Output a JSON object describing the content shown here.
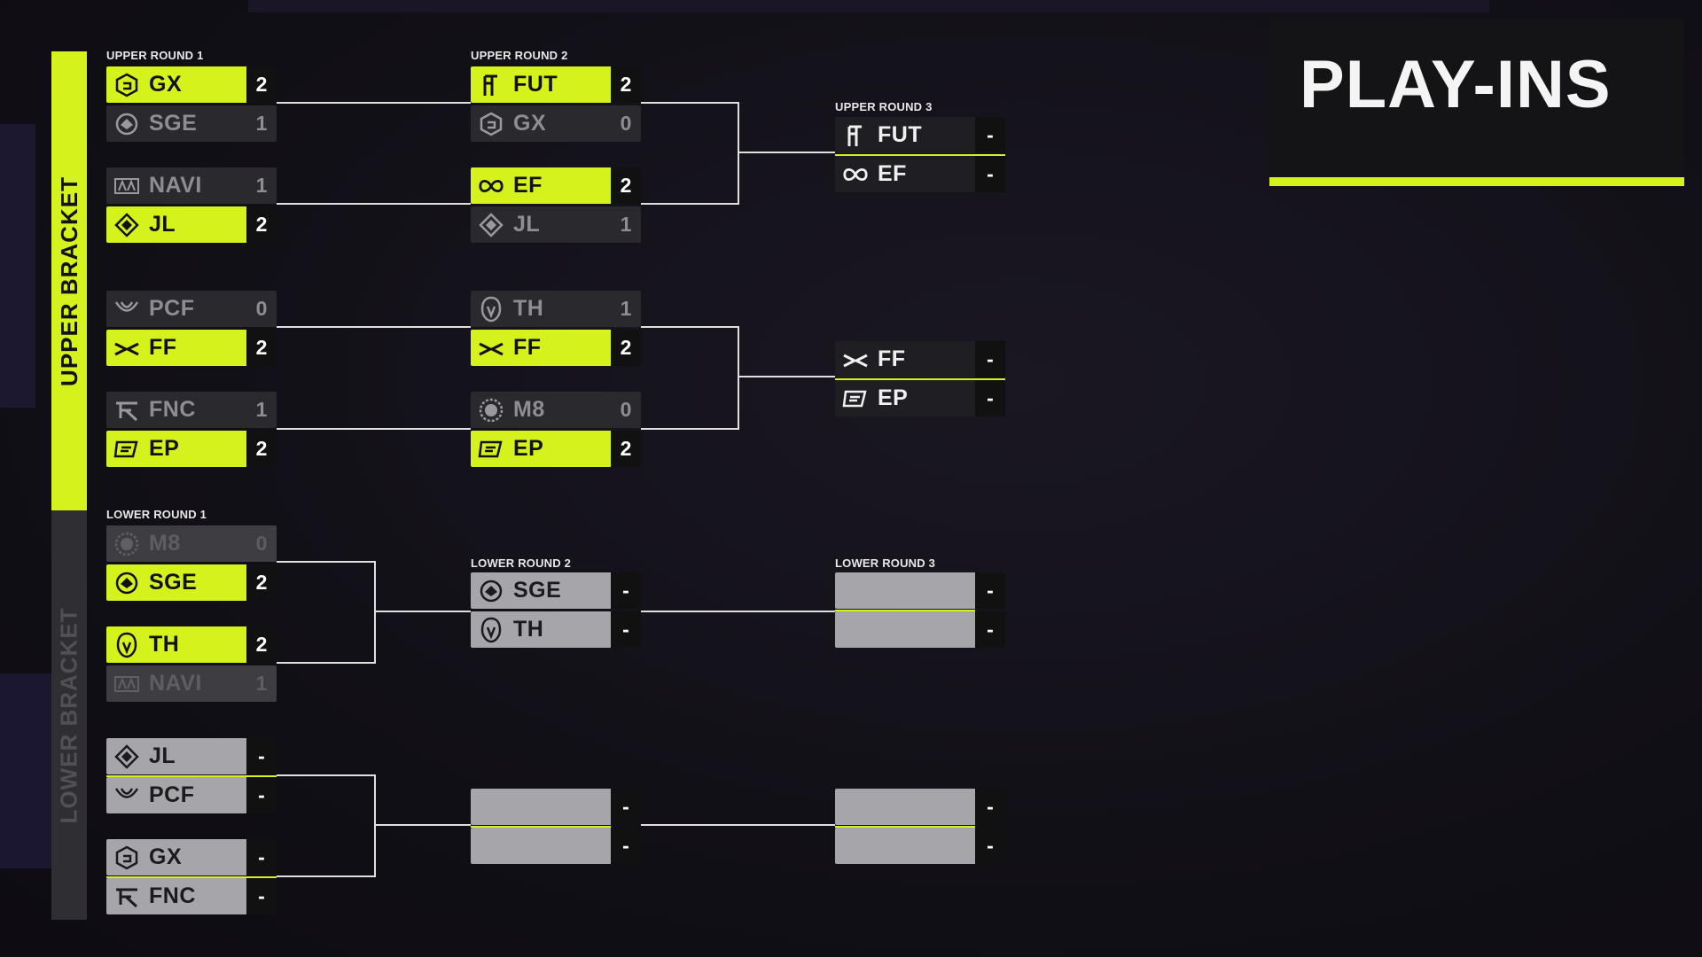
{
  "header": {
    "title": "PLAY-INS",
    "subtitle": ""
  },
  "side": {
    "upper": "UPPER BRACKET",
    "lower": "LOWER BRACKET"
  },
  "rounds": {
    "ur1": "UPPER ROUND 1",
    "ur2": "UPPER ROUND 2",
    "ur3": "UPPER ROUND 3",
    "lr1": "LOWER ROUND 1",
    "lr2": "LOWER ROUND 2",
    "lr3": "LOWER ROUND 3"
  },
  "matches": {
    "ur1_m1": {
      "t1": {
        "name": "GX",
        "score": "2"
      },
      "t2": {
        "name": "SGE",
        "score": "1"
      }
    },
    "ur1_m2": {
      "t1": {
        "name": "NAVI",
        "score": "1"
      },
      "t2": {
        "name": "JL",
        "score": "2"
      }
    },
    "ur1_m3": {
      "t1": {
        "name": "PCF",
        "score": "0"
      },
      "t2": {
        "name": "FF",
        "score": "2"
      }
    },
    "ur1_m4": {
      "t1": {
        "name": "FNC",
        "score": "1"
      },
      "t2": {
        "name": "EP",
        "score": "2"
      }
    },
    "ur2_m1": {
      "t1": {
        "name": "FUT",
        "score": "2"
      },
      "t2": {
        "name": "GX",
        "score": "0"
      }
    },
    "ur2_m2": {
      "t1": {
        "name": "EF",
        "score": "2"
      },
      "t2": {
        "name": "JL",
        "score": "1"
      }
    },
    "ur2_m3": {
      "t1": {
        "name": "TH",
        "score": "1"
      },
      "t2": {
        "name": "FF",
        "score": "2"
      }
    },
    "ur2_m4": {
      "t1": {
        "name": "M8",
        "score": "0"
      },
      "t2": {
        "name": "EP",
        "score": "2"
      }
    },
    "ur3_m1": {
      "t1": {
        "name": "FUT",
        "score": "-"
      },
      "t2": {
        "name": "EF",
        "score": "-"
      }
    },
    "ur3_m2": {
      "t1": {
        "name": "FF",
        "score": "-"
      },
      "t2": {
        "name": "EP",
        "score": "-"
      }
    },
    "lr1_m1": {
      "t1": {
        "name": "M8",
        "score": "0"
      },
      "t2": {
        "name": "SGE",
        "score": "2"
      }
    },
    "lr1_m2": {
      "t1": {
        "name": "TH",
        "score": "2"
      },
      "t2": {
        "name": "NAVI",
        "score": "1"
      }
    },
    "lr1_m3": {
      "t1": {
        "name": "JL",
        "score": "-"
      },
      "t2": {
        "name": "PCF",
        "score": "-"
      }
    },
    "lr1_m4": {
      "t1": {
        "name": "GX",
        "score": "-"
      },
      "t2": {
        "name": "FNC",
        "score": "-"
      }
    },
    "lr2_m1": {
      "t1": {
        "name": "SGE",
        "score": "-"
      },
      "t2": {
        "name": "TH",
        "score": "-"
      }
    },
    "lr2_m2": {
      "t1": {
        "name": "",
        "score": "-"
      },
      "t2": {
        "name": "",
        "score": "-"
      }
    },
    "lr3_m1": {
      "t1": {
        "name": "",
        "score": "-"
      },
      "t2": {
        "name": "",
        "score": "-"
      }
    },
    "lr3_m2": {
      "t1": {
        "name": "",
        "score": "-"
      },
      "t2": {
        "name": "",
        "score": "-"
      }
    }
  },
  "icons": {
    "GX": "gx-logo-icon",
    "SGE": "sge-eagle-logo-icon",
    "NAVI": "navi-logo-icon",
    "JL": "jl-diamond-logo-icon",
    "PCF": "pcf-logo-icon",
    "FF": "ff-wings-logo-icon",
    "FNC": "fnc-logo-icon",
    "EP": "ep-logo-icon",
    "FUT": "fut-logo-icon",
    "EF": "ef-infinity-logo-icon",
    "TH": "th-helmet-logo-icon",
    "M8": "m8-logo-icon"
  },
  "colors": {
    "accent": "#d5f21c",
    "background": "#121017",
    "win_score_bg": "#111111",
    "pending_gray": "#a6a6aa"
  }
}
